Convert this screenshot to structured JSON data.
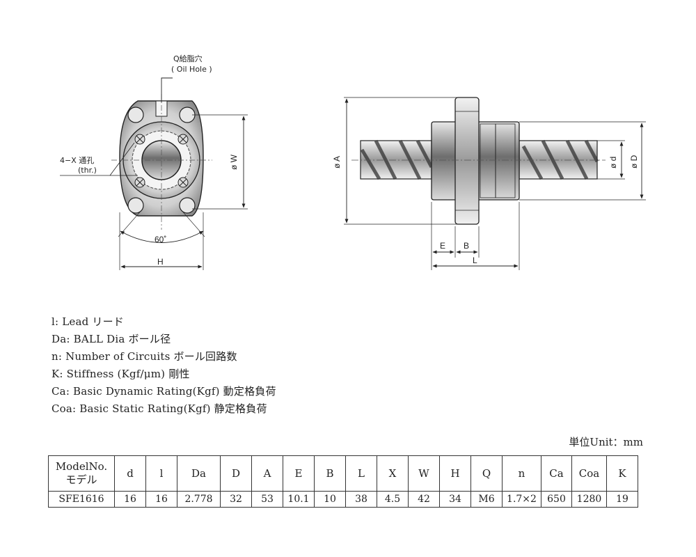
{
  "drawing": {
    "front_view": {
      "oil_hole_jp": "Q給脂穴",
      "oil_hole_en": "( Oil Hole )",
      "thru_hole_jp": "4−X 通孔",
      "thru_hole_en": "(thr.)",
      "dim_w": "ø W",
      "dim_angle": "60˚",
      "dim_h": "H"
    },
    "side_view": {
      "dim_a": "ø A",
      "dim_d_small": "ø d",
      "dim_d_large": "ø D",
      "dim_e": "E",
      "dim_b": "B",
      "dim_l": "L"
    }
  },
  "legend": [
    "l: Lead リード",
    "Da: BALL Dia ボール径",
    "n: Number of Circuits ボール回路数",
    "K: Stiffness (Kgf/μm) 剛性",
    "Ca: Basic Dynamic Rating(Kgf) 動定格負荷",
    "Coa: Basic Static Rating(Kgf) 静定格負荷"
  ],
  "unit_label": "単位Unit：mm",
  "table": {
    "header_model_en": "ModelNo.",
    "header_model_jp": "モデル",
    "headers": [
      "d",
      "l",
      "Da",
      "D",
      "A",
      "E",
      "B",
      "L",
      "X",
      "W",
      "H",
      "Q",
      "n",
      "Ca",
      "Coa",
      "K"
    ],
    "row": [
      "SFE1616",
      "16",
      "16",
      "2.778",
      "32",
      "53",
      "10.1",
      "10",
      "38",
      "4.5",
      "42",
      "34",
      "M6",
      "1.7×2",
      "650",
      "1280",
      "19"
    ]
  }
}
